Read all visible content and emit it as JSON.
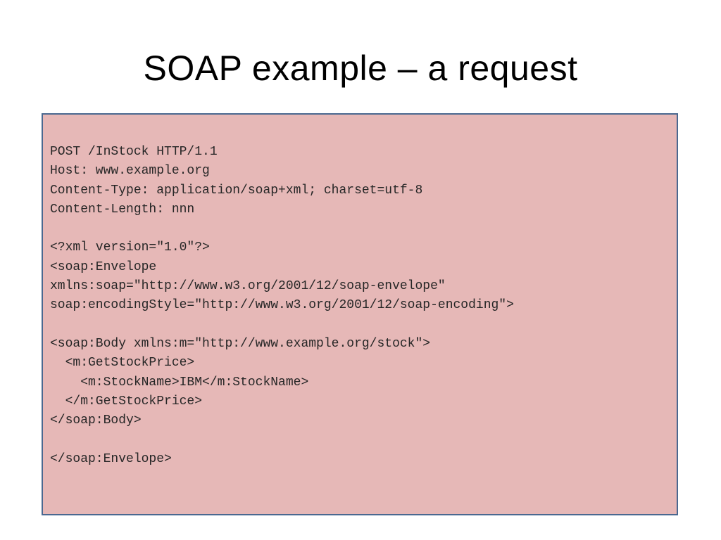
{
  "slide": {
    "title": "SOAP example – a request",
    "colors": {
      "box_background": "#e6b8b7",
      "box_border": "#4a6890",
      "text": "#262626"
    },
    "code_lines": [
      "POST /InStock HTTP/1.1",
      "Host: www.example.org",
      "Content-Type: application/soap+xml; charset=utf-8",
      "Content-Length: nnn",
      "",
      "<?xml version=\"1.0\"?>",
      "<soap:Envelope",
      "xmlns:soap=\"http://www.w3.org/2001/12/soap-envelope\"",
      "soap:encodingStyle=\"http://www.w3.org/2001/12/soap-encoding\">",
      "",
      "<soap:Body xmlns:m=\"http://www.example.org/stock\">",
      "  <m:GetStockPrice>",
      "    <m:StockName>IBM</m:StockName>",
      "  </m:GetStockPrice>",
      "</soap:Body>",
      "",
      "</soap:Envelope>"
    ]
  }
}
